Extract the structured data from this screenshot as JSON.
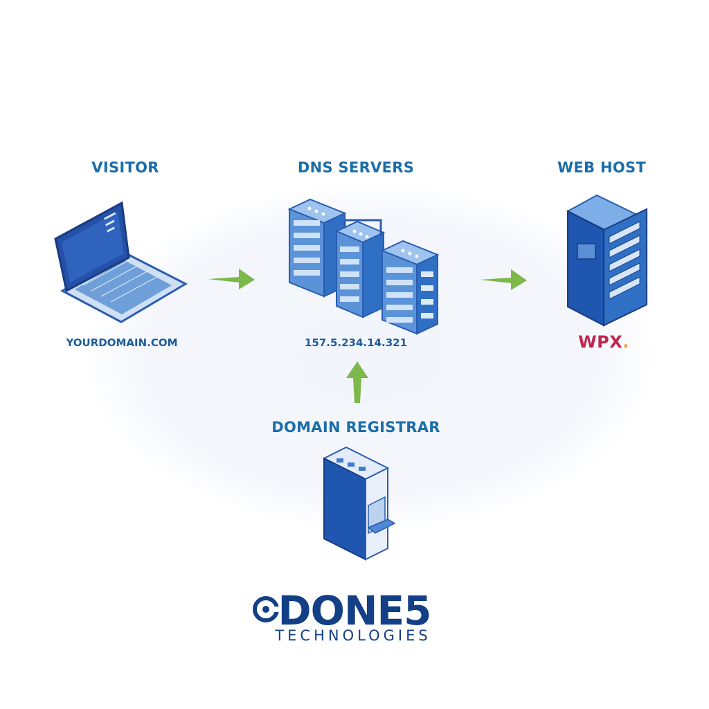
{
  "nodes": {
    "visitor": {
      "title": "VISITOR",
      "caption": "YOURDOMAIN.COM"
    },
    "dns": {
      "title": "DNS SERVERS",
      "caption": "157.5.234.14.321"
    },
    "webhost": {
      "title": "WEB HOST",
      "brand": "WPX",
      "brand_dot": "."
    },
    "registrar": {
      "title": "DOMAIN REGISTRAR"
    }
  },
  "logo": {
    "name": "DONE5",
    "tagline": "TECHNOLOGIES"
  },
  "colors": {
    "label_blue": "#1b6ea8",
    "server_blue": "#2f6fc4",
    "arrow_green": "#7cb84a",
    "brand_red": "#c02650",
    "brand_orange": "#f19a2a",
    "logo_navy": "#123f86"
  },
  "icons": [
    "laptop-icon",
    "dns-server-cluster-icon",
    "web-host-server-icon",
    "registrar-server-icon",
    "arrow-right-icon",
    "arrow-up-icon",
    "key-icon"
  ]
}
